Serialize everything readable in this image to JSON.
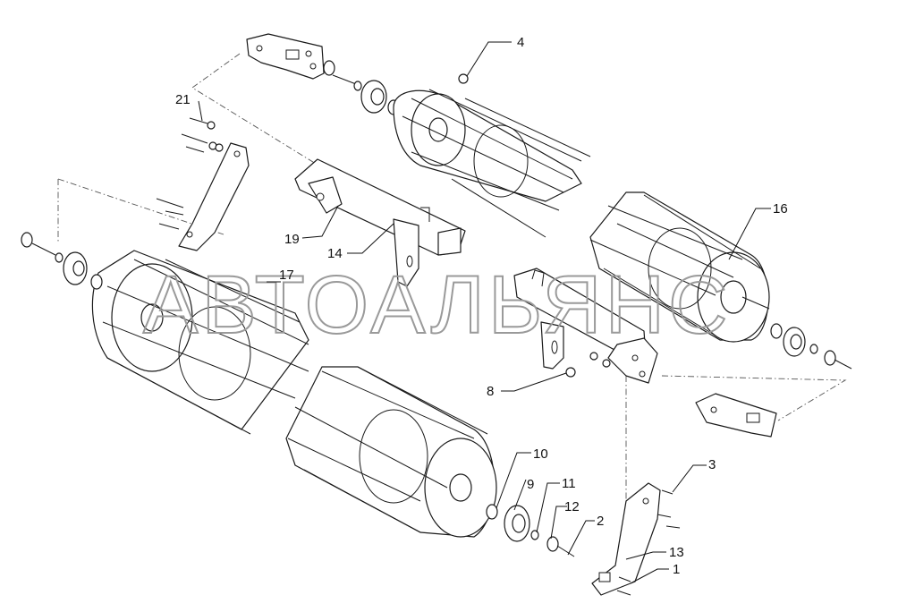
{
  "watermark": "АВТОАЛЬЯНС",
  "labels": {
    "p1": "1",
    "p2": "2",
    "p3": "3",
    "p4": "4",
    "p8": "8",
    "p9": "9",
    "p10": "10",
    "p11": "11",
    "p12": "12",
    "p13": "13",
    "p14": "14",
    "p16": "16",
    "p17": "17",
    "p19": "19",
    "p21": "21"
  }
}
